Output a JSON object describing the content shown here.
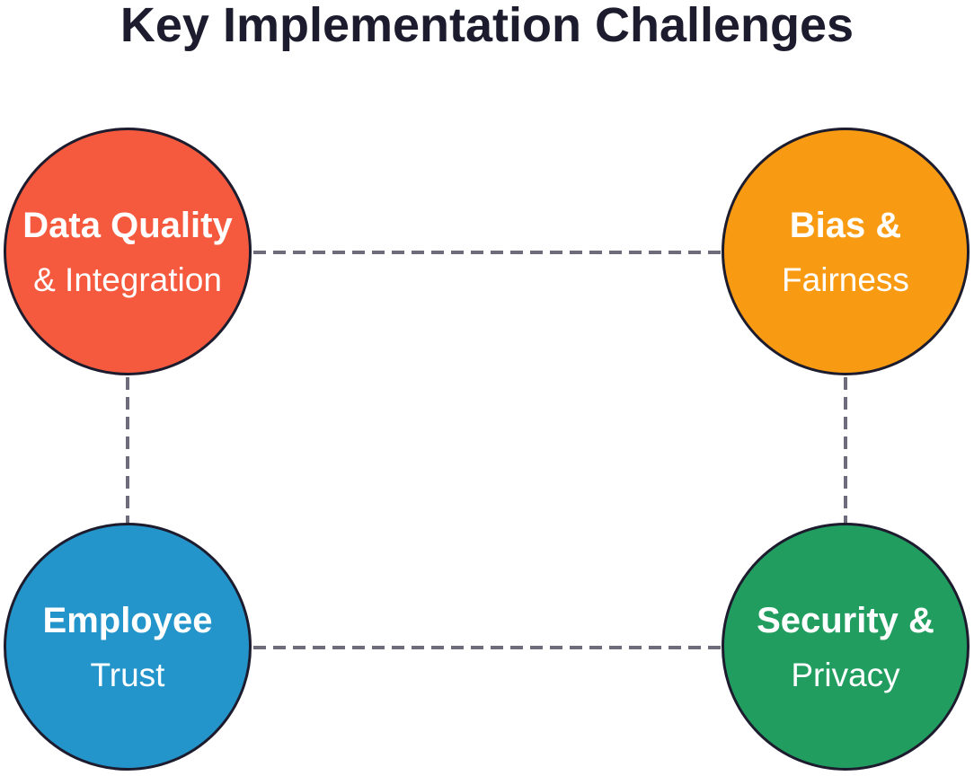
{
  "title": "Key Implementation Challenges",
  "nodes": [
    {
      "id": "data-quality",
      "line1": "Data Quality",
      "line2": "& Integration",
      "color": "#f55a3f"
    },
    {
      "id": "bias-fairness",
      "line1": "Bias &",
      "line2": "Fairness",
      "color": "#f99b12"
    },
    {
      "id": "employee-trust",
      "line1": "Employee",
      "line2": "Trust",
      "color": "#2495cb"
    },
    {
      "id": "security-privacy",
      "line1": "Security &",
      "line2": "Privacy",
      "color": "#229d60"
    }
  ],
  "style": {
    "outline_color": "#1c1c2e",
    "connector_color": "#6e6b7b",
    "connector_dashed": true
  }
}
